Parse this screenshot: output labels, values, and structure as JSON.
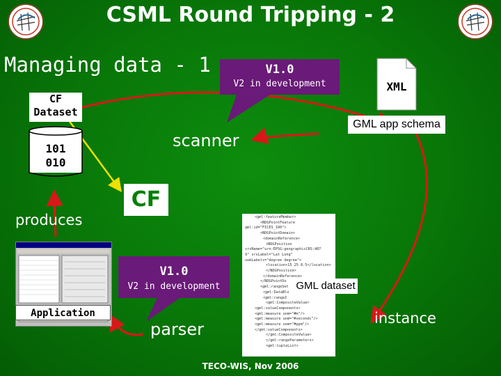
{
  "slide": {
    "title": "CSML Round Tripping - 2",
    "subtitle": "Managing data - 1",
    "footer": "TECO-WIS, Nov 2006"
  },
  "callout_top": {
    "version": "V1.0",
    "status": "V2 in development"
  },
  "callout_bottom": {
    "version": "V1.0",
    "status": "V2 in development"
  },
  "xml_doc": {
    "label": "XML"
  },
  "cf_dataset": {
    "label_line1": "CF",
    "label_line2": "Dataset",
    "data_line1": "101",
    "data_line2": "010"
  },
  "labels": {
    "gml_schema": "GML app schema",
    "scanner": "scanner",
    "parser": "parser",
    "produces": "produces",
    "instance": "instance",
    "cf_box": "CF",
    "gml_dataset": "GML dataset",
    "application": "Application"
  },
  "gml_document": {
    "lines": [
      "<gml:featureMember>",
      "<NDGPointFeature",
      "gml:id=\"FICES_100\">",
      "<NDGPointDomain>",
      "<domainReference>",
      "<NDGPosition",
      "srsName=\"urn:EPSG:geographicCRS:487",
      "9\" srsLabel=\"Lat Long\"",
      "uomLabels=\"degree degree\">",
      "<location>15.25 8.5</location>",
      "</NDGPosition>",
      "</domainReference>",
      "</NDGPointDo",
      "<gml:rangeSet",
      "<gml:DataBlo",
      "<gml:rangeI",
      "<gml:CompositeValue>",
      "<gml:valueComponents>",
      "<gml:measure uom=\"#m\"/>",
      "<gml:measure uom=\"#seconds\"/>",
      "<gml:measure uom=\"#ppm\"/>",
      "</gml:valueComponents>",
      "</gml:CompositeValue>",
      "</gml:rangeParameters>",
      "<gml:tupleList>"
    ]
  },
  "colors": {
    "background": "#0a7a0a",
    "callout": "#6a1a78",
    "arrow_red": "#d81818",
    "arrow_yellow": "#f0e000",
    "cf_text": "#008000"
  }
}
